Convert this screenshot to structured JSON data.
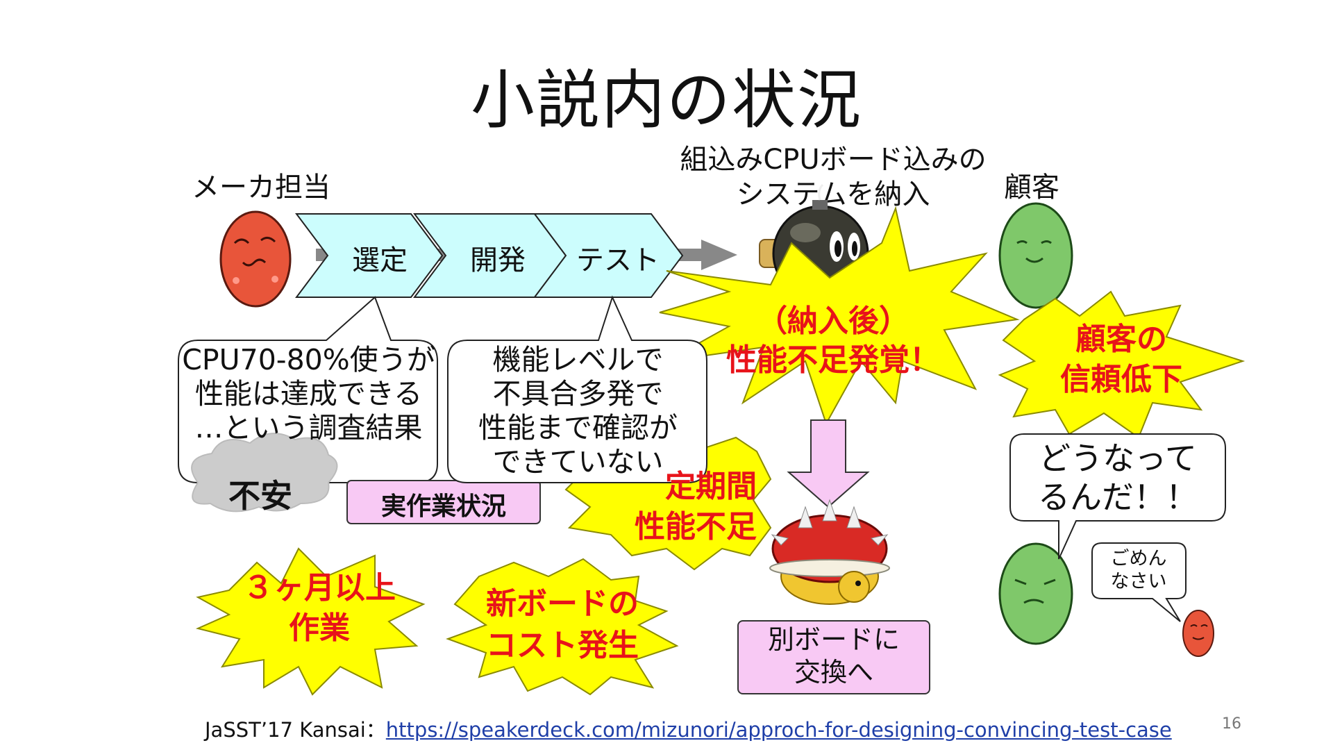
{
  "slide": {
    "title": "小説内の状況",
    "page_number": "16"
  },
  "labels": {
    "maker": "メーカ担当",
    "system_delivery_line1": "組込みCPUボード込みの",
    "system_delivery_line2": "システムを納入",
    "customer": "顧客"
  },
  "process": {
    "steps": [
      "選定",
      "開発",
      "テスト"
    ]
  },
  "bubbles": {
    "survey": [
      "CPU70-80%使うが",
      "性能は達成できる",
      "…という調査結果"
    ],
    "function": [
      "機能レベルで",
      "不具合多発で",
      "性能まで確認が",
      "できていない"
    ],
    "customer_speech": [
      "どうなって",
      "るんだ！！"
    ],
    "apology": [
      "ごめん",
      "なさい"
    ]
  },
  "tags": {
    "anxiety": "不安",
    "actual_work": "実作業状況",
    "replace_board_line1": "別ボードに",
    "replace_board_line2": "交換へ"
  },
  "bursts": {
    "after_delivery_line1": "（納入後）",
    "after_delivery_line2": "性能不足発覚！",
    "trust_line1": "顧客の",
    "trust_line2": "信頼低下",
    "periodic_line1": "定期間",
    "periodic_line2": "性能不足",
    "months_line1": "３ヶ月以上",
    "months_line2": "作業",
    "cost_line1": "新ボードの",
    "cost_line2": "コスト発生"
  },
  "footer": {
    "prefix": "JaSST’17 Kansai：",
    "link": "https://speakerdeck.com/mizunori/approch-for-designing-convincing-test-case"
  },
  "colors": {
    "chevron_fill": "#ccfdfd",
    "burst_fill": "#ffff00",
    "red_text": "#e8131a",
    "pink_box": "#f8c9f4",
    "cloud_gray": "#cccccc",
    "maker_bean": "#e8553a",
    "customer_bean": "#7fc86a",
    "link_blue": "#1f3fa8"
  }
}
